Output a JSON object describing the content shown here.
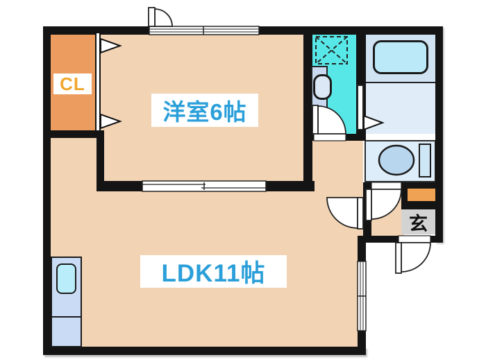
{
  "floorplan": {
    "rooms": {
      "western_room": {
        "label": "洋室6帖"
      },
      "ldk": {
        "label": "LDK11帖"
      },
      "closet": {
        "label": "CL"
      },
      "entrance": {
        "label": "玄"
      }
    },
    "colors": {
      "room_floor": "#f2d3b4",
      "closet_floor": "#eb9c5e",
      "washroom": "#58e7e7",
      "bathroom_upper": "#cfe3f3",
      "bathtub": "#bbe9f8",
      "bathroom_lower": "#e0ecf7",
      "toilet_room": "#ddedf9",
      "kitchen_counter": "#cadcf5",
      "kitchen_sink": "#b9edf9",
      "genkan": "#d3d3d3",
      "shoe_mat": "#f0a254",
      "label_text": "#2b9fd9",
      "cl_text": "#f0a72e",
      "wall": "#141414"
    }
  }
}
